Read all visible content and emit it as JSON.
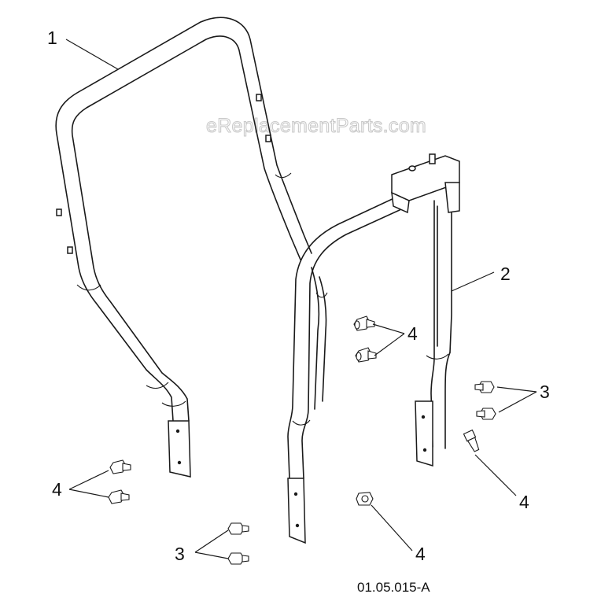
{
  "watermark": "eReplacementParts.com",
  "drawing_number": "01.05.015-A",
  "callouts": {
    "frame_1": "1",
    "frame_2": "2",
    "bolts_center": "4",
    "bolts_right_upper": "3",
    "bolt_right_lower": "4",
    "bolts_left": "4",
    "bolts_bottom": "3",
    "bolt_bottom_center": "4"
  }
}
